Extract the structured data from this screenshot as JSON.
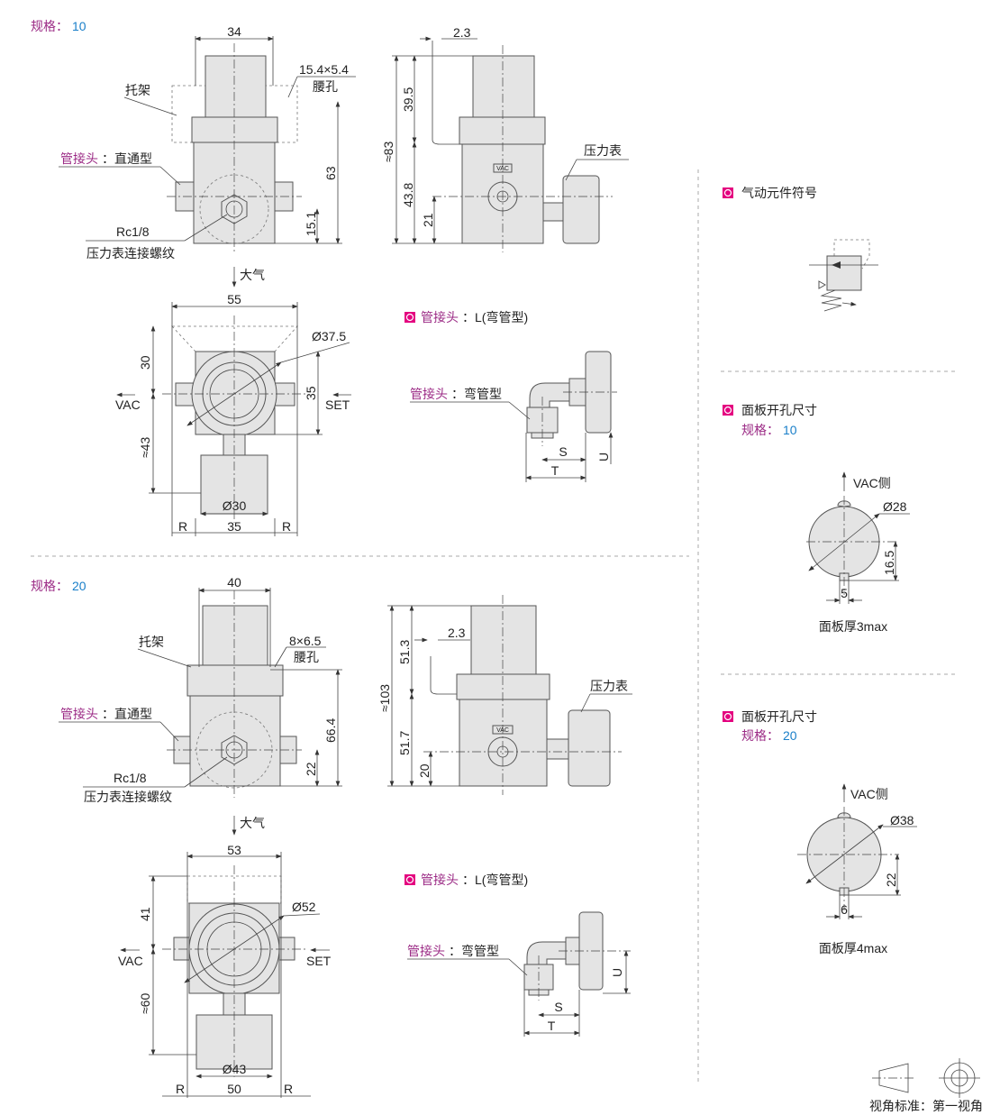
{
  "colors": {
    "spec_label": "#9b2a85",
    "spec_value": "#1a7fc9",
    "bullet": "#e4007f",
    "part_fill": "#e4e4e4"
  },
  "size10": {
    "spec_label": "规格：",
    "spec_value": "10",
    "front": {
      "width": "34",
      "slot": "15.4×5.4",
      "slot_label": "腰孔",
      "bracket": "托架",
      "fitting_label": "管接头",
      "fitting_type": "：直通型",
      "height": "63",
      "port_height": "15.1",
      "thread": "Rc1/8",
      "thread_label": "压力表连接螺纹",
      "exhaust": "大气"
    },
    "side": {
      "offset": "2.3",
      "upper": "39.5",
      "total": "≈83",
      "lower": "43.8",
      "port": "21",
      "gauge": "压力表",
      "vac_tag": "VAC"
    },
    "top": {
      "width": "55",
      "diameter": "Ø37.5",
      "upper": "30",
      "mid": "35",
      "vac": "VAC",
      "set": "SET",
      "lower": "≈43",
      "bottom_dia": "Ø30",
      "r_left": "R",
      "pitch": "35",
      "r_right": "R"
    },
    "elbow": {
      "title_label": "管接头",
      "title_type": "：L(弯管型)",
      "fitting_label": "管接头",
      "fitting_type": "：弯管型",
      "s": "S",
      "t": "T",
      "u": "U"
    }
  },
  "size20": {
    "spec_label": "规格：",
    "spec_value": "20",
    "front": {
      "width": "40",
      "slot": "8×6.5",
      "slot_label": "腰孔",
      "bracket": "托架",
      "fitting_label": "管接头",
      "fitting_type": "：直通型",
      "height": "66.4",
      "port_height": "22",
      "thread": "Rc1/8",
      "thread_label": "压力表连接螺纹",
      "exhaust": "大气"
    },
    "side": {
      "offset": "2.3",
      "upper": "51.3",
      "total": "≈103",
      "lower": "51.7",
      "port": "20",
      "gauge": "压力表",
      "vac_tag": "VAC"
    },
    "top": {
      "width": "53",
      "diameter": "Ø52",
      "upper": "41",
      "vac": "VAC",
      "set": "SET",
      "lower": "≈60",
      "bottom_dia": "Ø43",
      "r_left": "R",
      "pitch": "50",
      "r_right": "R"
    },
    "elbow": {
      "title_label": "管接头",
      "title_type": "：L(弯管型)",
      "fitting_label": "管接头",
      "fitting_type": "：弯管型",
      "s": "S",
      "t": "T",
      "u": "U"
    }
  },
  "symbol": {
    "title": "气动元件符号"
  },
  "panel10": {
    "title": "面板开孔尺寸",
    "spec_label": "规格：",
    "spec_value": "10",
    "vac_side": "VAC侧",
    "diameter": "Ø28",
    "height": "16.5",
    "width": "5",
    "thickness": "面板厚3max"
  },
  "panel20": {
    "title": "面板开孔尺寸",
    "spec_label": "规格：",
    "spec_value": "20",
    "vac_side": "VAC侧",
    "diameter": "Ø38",
    "height": "22",
    "width": "6",
    "thickness": "面板厚4max"
  },
  "projection": {
    "label": "视角标准：第一视角"
  }
}
